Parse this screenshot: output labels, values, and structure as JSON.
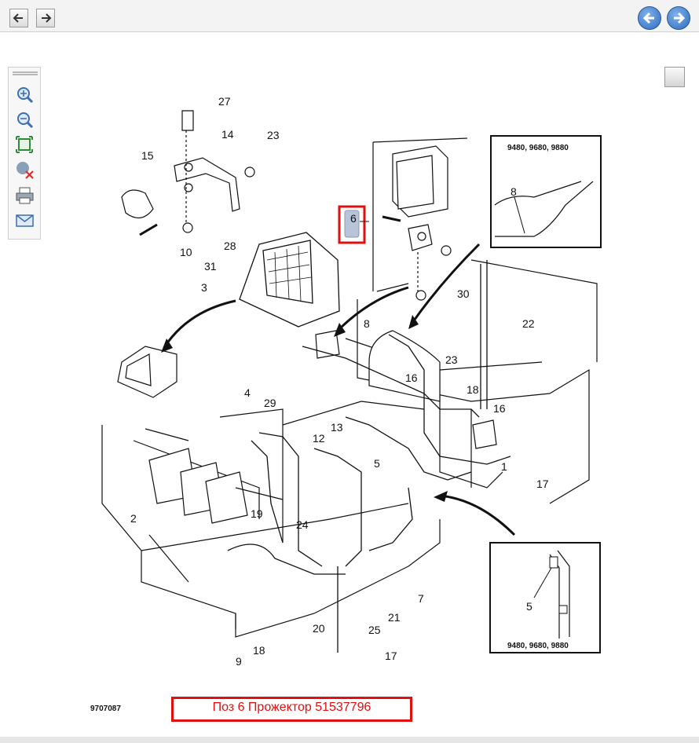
{
  "toolbar": {
    "left_buttons": [
      {
        "name": "back-page-icon",
        "glyph": "←"
      },
      {
        "name": "forward-page-icon",
        "glyph": "→"
      }
    ],
    "nav_buttons": [
      {
        "name": "prev-arrow-icon",
        "glyph": "←"
      },
      {
        "name": "next-arrow-icon",
        "glyph": "→"
      }
    ]
  },
  "tools": [
    {
      "name": "zoom-in-icon"
    },
    {
      "name": "zoom-out-icon"
    },
    {
      "name": "fit-to-screen-icon"
    },
    {
      "name": "clear-selection-icon"
    },
    {
      "name": "print-icon"
    },
    {
      "name": "email-icon"
    }
  ],
  "drawing": {
    "callouts": [
      "1",
      "2",
      "3",
      "4",
      "5",
      "6",
      "7",
      "8",
      "9",
      "10",
      "12",
      "13",
      "14",
      "15",
      "16",
      "16",
      "17",
      "17",
      "18",
      "18",
      "19",
      "20",
      "21",
      "22",
      "23",
      "23",
      "24",
      "25",
      "27",
      "28",
      "29",
      "30",
      "31"
    ],
    "highlighted_callout": "6",
    "inset_top_caption": "9480, 9680, 9880",
    "inset_top_callout": "8",
    "inset_bottom_caption": "9480, 9680, 9880",
    "inset_bottom_callout": "5",
    "document_number": "9707087"
  },
  "caption": {
    "text": "Поз 6 Прожектор 51537796"
  },
  "colors": {
    "highlight": "#e01010",
    "nav_button": "#2e6cc0",
    "line": "#111111"
  }
}
